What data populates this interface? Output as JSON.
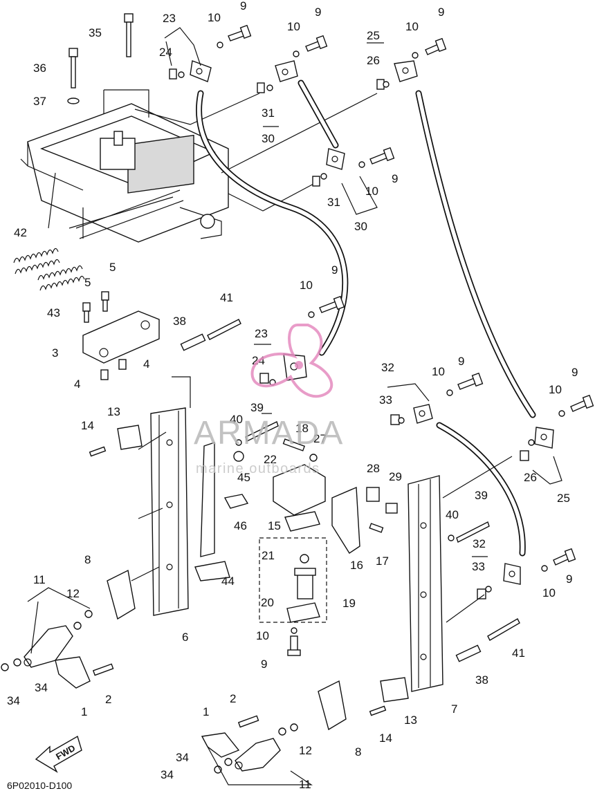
{
  "diagram": {
    "callouts": [
      "1",
      "2",
      "3",
      "4",
      "5",
      "6",
      "7",
      "8",
      "9",
      "10",
      "11",
      "12",
      "13",
      "14",
      "15",
      "16",
      "17",
      "18",
      "19",
      "20",
      "21",
      "22",
      "23",
      "24",
      "25",
      "26",
      "27",
      "28",
      "29",
      "30",
      "31",
      "32",
      "33",
      "34",
      "35",
      "36",
      "37",
      "38",
      "39",
      "40",
      "41",
      "42",
      "43",
      "44",
      "45",
      "46"
    ],
    "fwd_label": "FWD",
    "drawing_code": "6P02010-D100"
  },
  "watermark": {
    "name": "ARMADA",
    "tagline": "marine outboards",
    "color": "#e58bbf"
  },
  "colors": {
    "line": "#111111",
    "watermark_text": "#b8b8b8"
  }
}
